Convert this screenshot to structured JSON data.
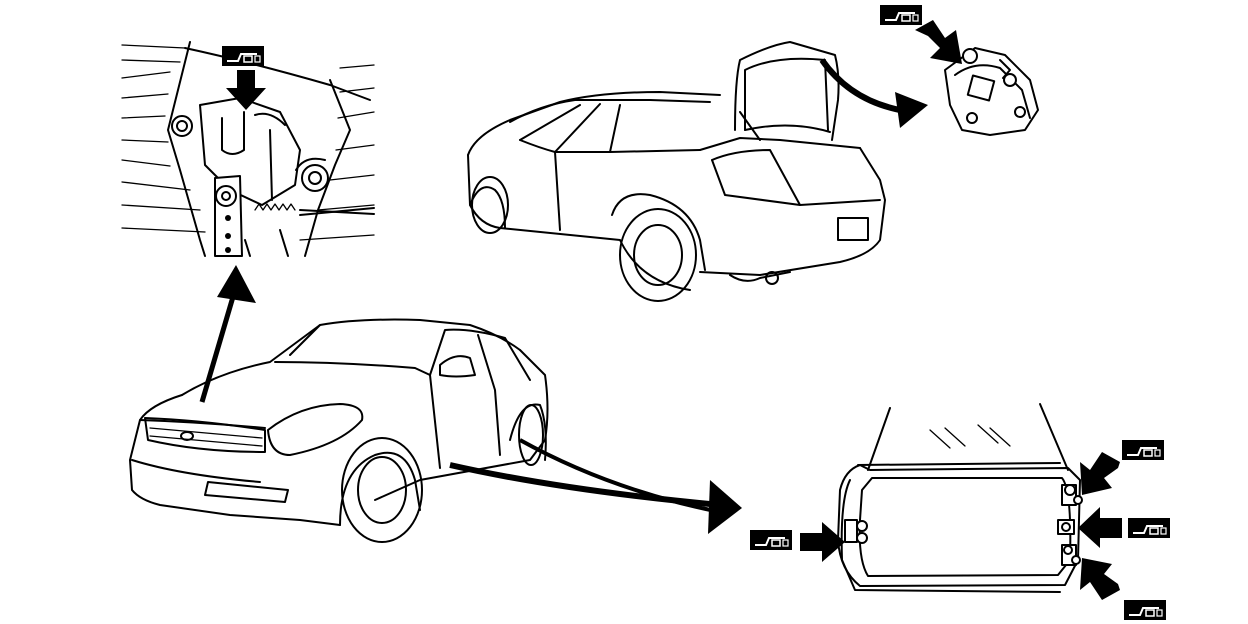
{
  "figure": {
    "symbol_name": "lubricate-symbol",
    "views": [
      {
        "name": "hood-lock-view"
      },
      {
        "name": "front-car-view"
      },
      {
        "name": "rear-car-view"
      },
      {
        "name": "trunk-hinge-view"
      },
      {
        "name": "door-hinge-view"
      }
    ]
  }
}
